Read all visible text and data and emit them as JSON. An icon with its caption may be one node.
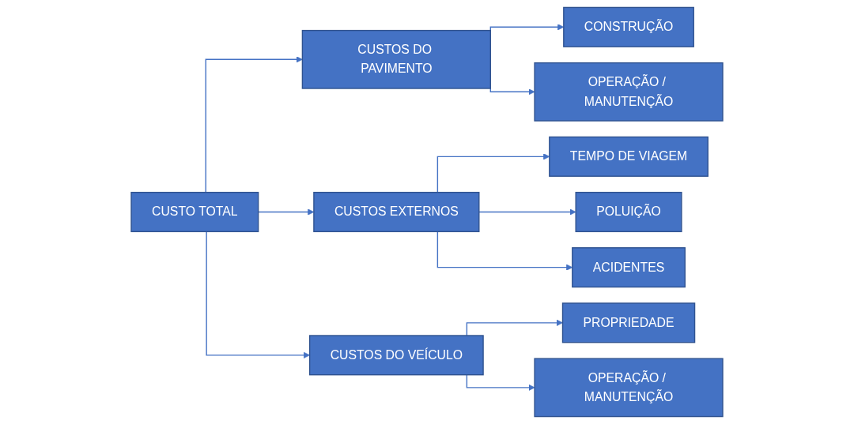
{
  "diagram": {
    "nodes": [
      {
        "text": [
          "CUSTO TOTAL"
        ]
      },
      {
        "text": [
          "CUSTOS DO PAVIMENTO"
        ]
      },
      {
        "text": [
          "CONSTRUÇÃO"
        ]
      },
      {
        "text": [
          "OPERAÇÃO / MANUTENÇÃO"
        ]
      },
      {
        "text": [
          "CUSTOS EXTERNOS"
        ]
      },
      {
        "text": [
          "TEMPO DE VIAGEM"
        ]
      },
      {
        "text": [
          "POLUIÇÃO"
        ]
      },
      {
        "text": [
          "ACIDENTES"
        ]
      },
      {
        "text": [
          "CUSTOS DO VEÍCULO"
        ]
      },
      {
        "text": [
          "PROPRIEDADE"
        ]
      },
      {
        "text": [
          "OPERAÇÃO / MANUTENÇÃO"
        ]
      }
    ],
    "edges": [
      {
        "from": 0,
        "to": 1,
        "arrow": "to"
      },
      {
        "from": 0,
        "to": 4,
        "arrow": "to"
      },
      {
        "from": 0,
        "to": 8,
        "arrow": "to"
      },
      {
        "from": 1,
        "to": 2,
        "arrow": "to"
      },
      {
        "from": 1,
        "to": 3,
        "arrow": "to"
      },
      {
        "from": 4,
        "to": 5,
        "arrow": "to"
      },
      {
        "from": 4,
        "to": 6,
        "arrow": "to"
      },
      {
        "from": 4,
        "to": 7,
        "arrow": "to"
      },
      {
        "from": 8,
        "to": 9,
        "arrow": "to"
      },
      {
        "from": 8,
        "to": 10,
        "arrow": "to"
      }
    ]
  }
}
